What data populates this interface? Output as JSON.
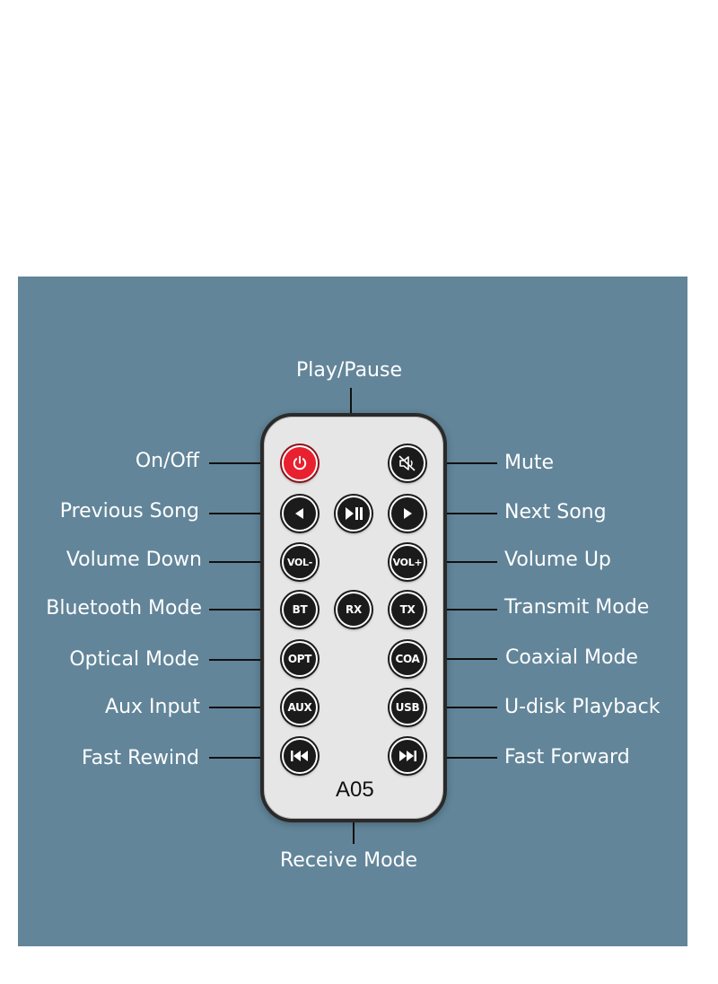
{
  "remote": {
    "model": "A05",
    "buttons": {
      "bt": "BT",
      "rx": "RX",
      "tx": "TX",
      "vol_down": "VOL-",
      "vol_up": "VOL+",
      "opt": "OPT",
      "coa": "COA",
      "aux": "AUX",
      "usb": "USB"
    },
    "icons": {
      "power": "power-icon",
      "mute": "mute-icon",
      "play_pause": "play-pause-icon",
      "previous": "previous-icon",
      "next": "next-icon",
      "rewind": "fast-rewind-icon",
      "forward": "fast-forward-icon"
    }
  },
  "labels": {
    "play_pause": "Play/Pause",
    "on_off": "On/Off",
    "mute": "Mute",
    "previous_song": "Previous Song",
    "next_song": "Next Song",
    "volume_down": "Volume Down",
    "volume_up": "Volume Up",
    "bluetooth_mode": "Bluetooth Mode",
    "transmit_mode": "Transmit Mode",
    "optical_mode": "Optical Mode",
    "coaxial_mode": "Coaxial Mode",
    "aux_input": "Aux Input",
    "u_disk_playback": "U-disk Playback",
    "fast_rewind": "Fast Rewind",
    "fast_forward": "Fast Forward",
    "receive_mode": "Receive Mode"
  },
  "colors": {
    "background": "#628599",
    "power_button": "#e8202f",
    "button": "#1b1b1b",
    "remote_body": "#e6e6e6"
  }
}
